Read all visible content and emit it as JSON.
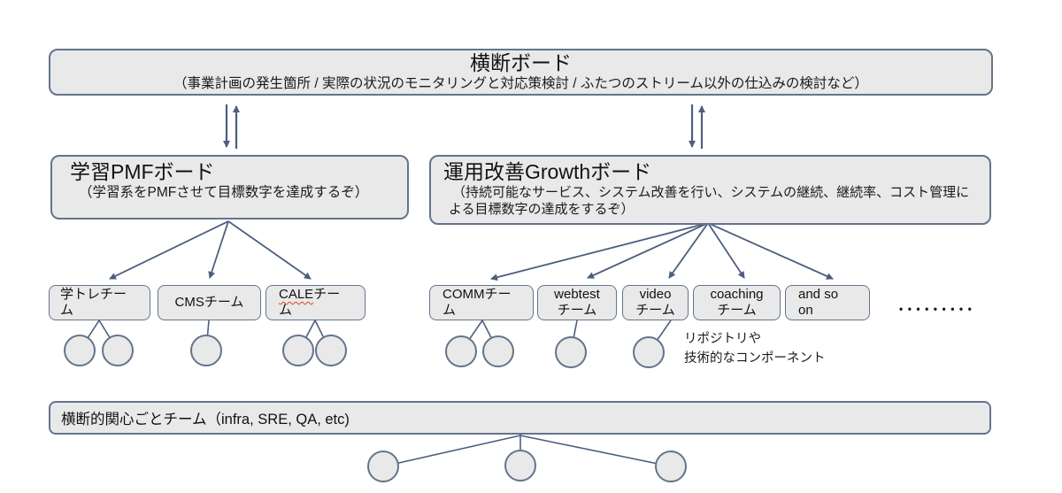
{
  "colors": {
    "box_fill": "#e9e9ea",
    "box_border": "#64748b",
    "connector_line": "#4c5f7d",
    "text": "#111111",
    "misspell_underline": "#e0402a"
  },
  "top_board": {
    "title": "横断ボード",
    "subtitle": "（事業計画の発生箇所 / 実際の状況のモニタリングと対応策検討 / ふたつのストリーム以外の仕込みの検討など）"
  },
  "pmf_board": {
    "title": "学習PMFボード",
    "subtitle": "（学習系をPMFさせて目標数字を達成するぞ）"
  },
  "growth_board": {
    "title": "運用改善Growthボード",
    "subtitle": "（持続可能なサービス、システム改善を行い、システムの継続、継続率、コスト管理による目標数字の達成をするぞ）"
  },
  "pmf_teams": [
    {
      "label": "学トレチーム"
    },
    {
      "label": "CMSチーム"
    },
    {
      "brand": "CALE",
      "suffix": "チーム"
    }
  ],
  "growth_teams": [
    {
      "label": "COMMチーム"
    },
    {
      "label": "webtestチーム"
    },
    {
      "label": "videoチーム"
    },
    {
      "label": "coachingチーム"
    },
    {
      "label": "and so on"
    }
  ],
  "more_teams_dots": "•••••••••",
  "annotation": {
    "line1": "リポジトリや",
    "line2": "技術的なコンポーネント"
  },
  "cross_team_board": {
    "label": "横断的関心ごとチーム（infra, SRE, QA, etc)"
  }
}
